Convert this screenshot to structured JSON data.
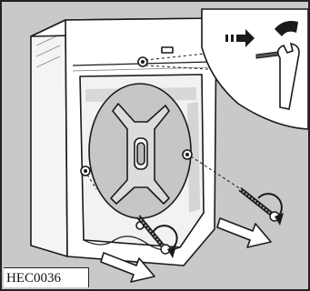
{
  "figure": {
    "code": "HEC0036",
    "colors": {
      "background": "#c9c9c9",
      "cabinet": "#ffffff",
      "outline": "#1a1a1a",
      "shading": "#bdbdbd",
      "arrow_fill": "#ffffff"
    },
    "icons": [
      "washing-machine",
      "transit-bolt",
      "wrench",
      "rotation-arrow",
      "removal-arrow",
      "direction-arrow"
    ]
  }
}
